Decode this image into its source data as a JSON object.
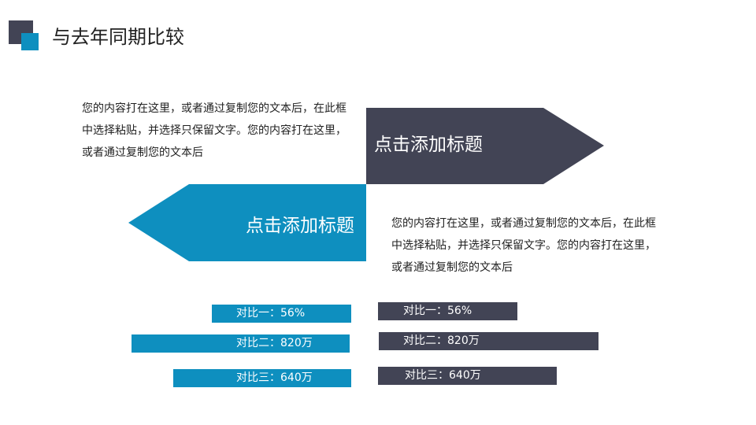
{
  "title": "与去年同期比较",
  "colors": {
    "dark": "#424455",
    "blue": "#0e8fbf"
  },
  "paragraph_top": "您的内容打在这里，或者通过复制您的文本后，在此框中选择粘贴，并选择只保留文字。您的内容打在这里，或者通过复制您的文本后",
  "paragraph_bottom": "您的内容打在这里，或者通过复制您的文本后，在此框中选择粘贴，并选择只保留文字。您的内容打在这里，或者通过复制您的文本后",
  "arrow_right_label": "点击添加标题",
  "arrow_left_label": "点击添加标题",
  "left_bars": [
    {
      "label": "对比一：56%"
    },
    {
      "label": "对比二：820万"
    },
    {
      "label": "对比三：640万"
    }
  ],
  "right_bars": [
    {
      "label": "对比一：56%"
    },
    {
      "label": "对比二：820万"
    },
    {
      "label": "对比三：640万"
    }
  ]
}
